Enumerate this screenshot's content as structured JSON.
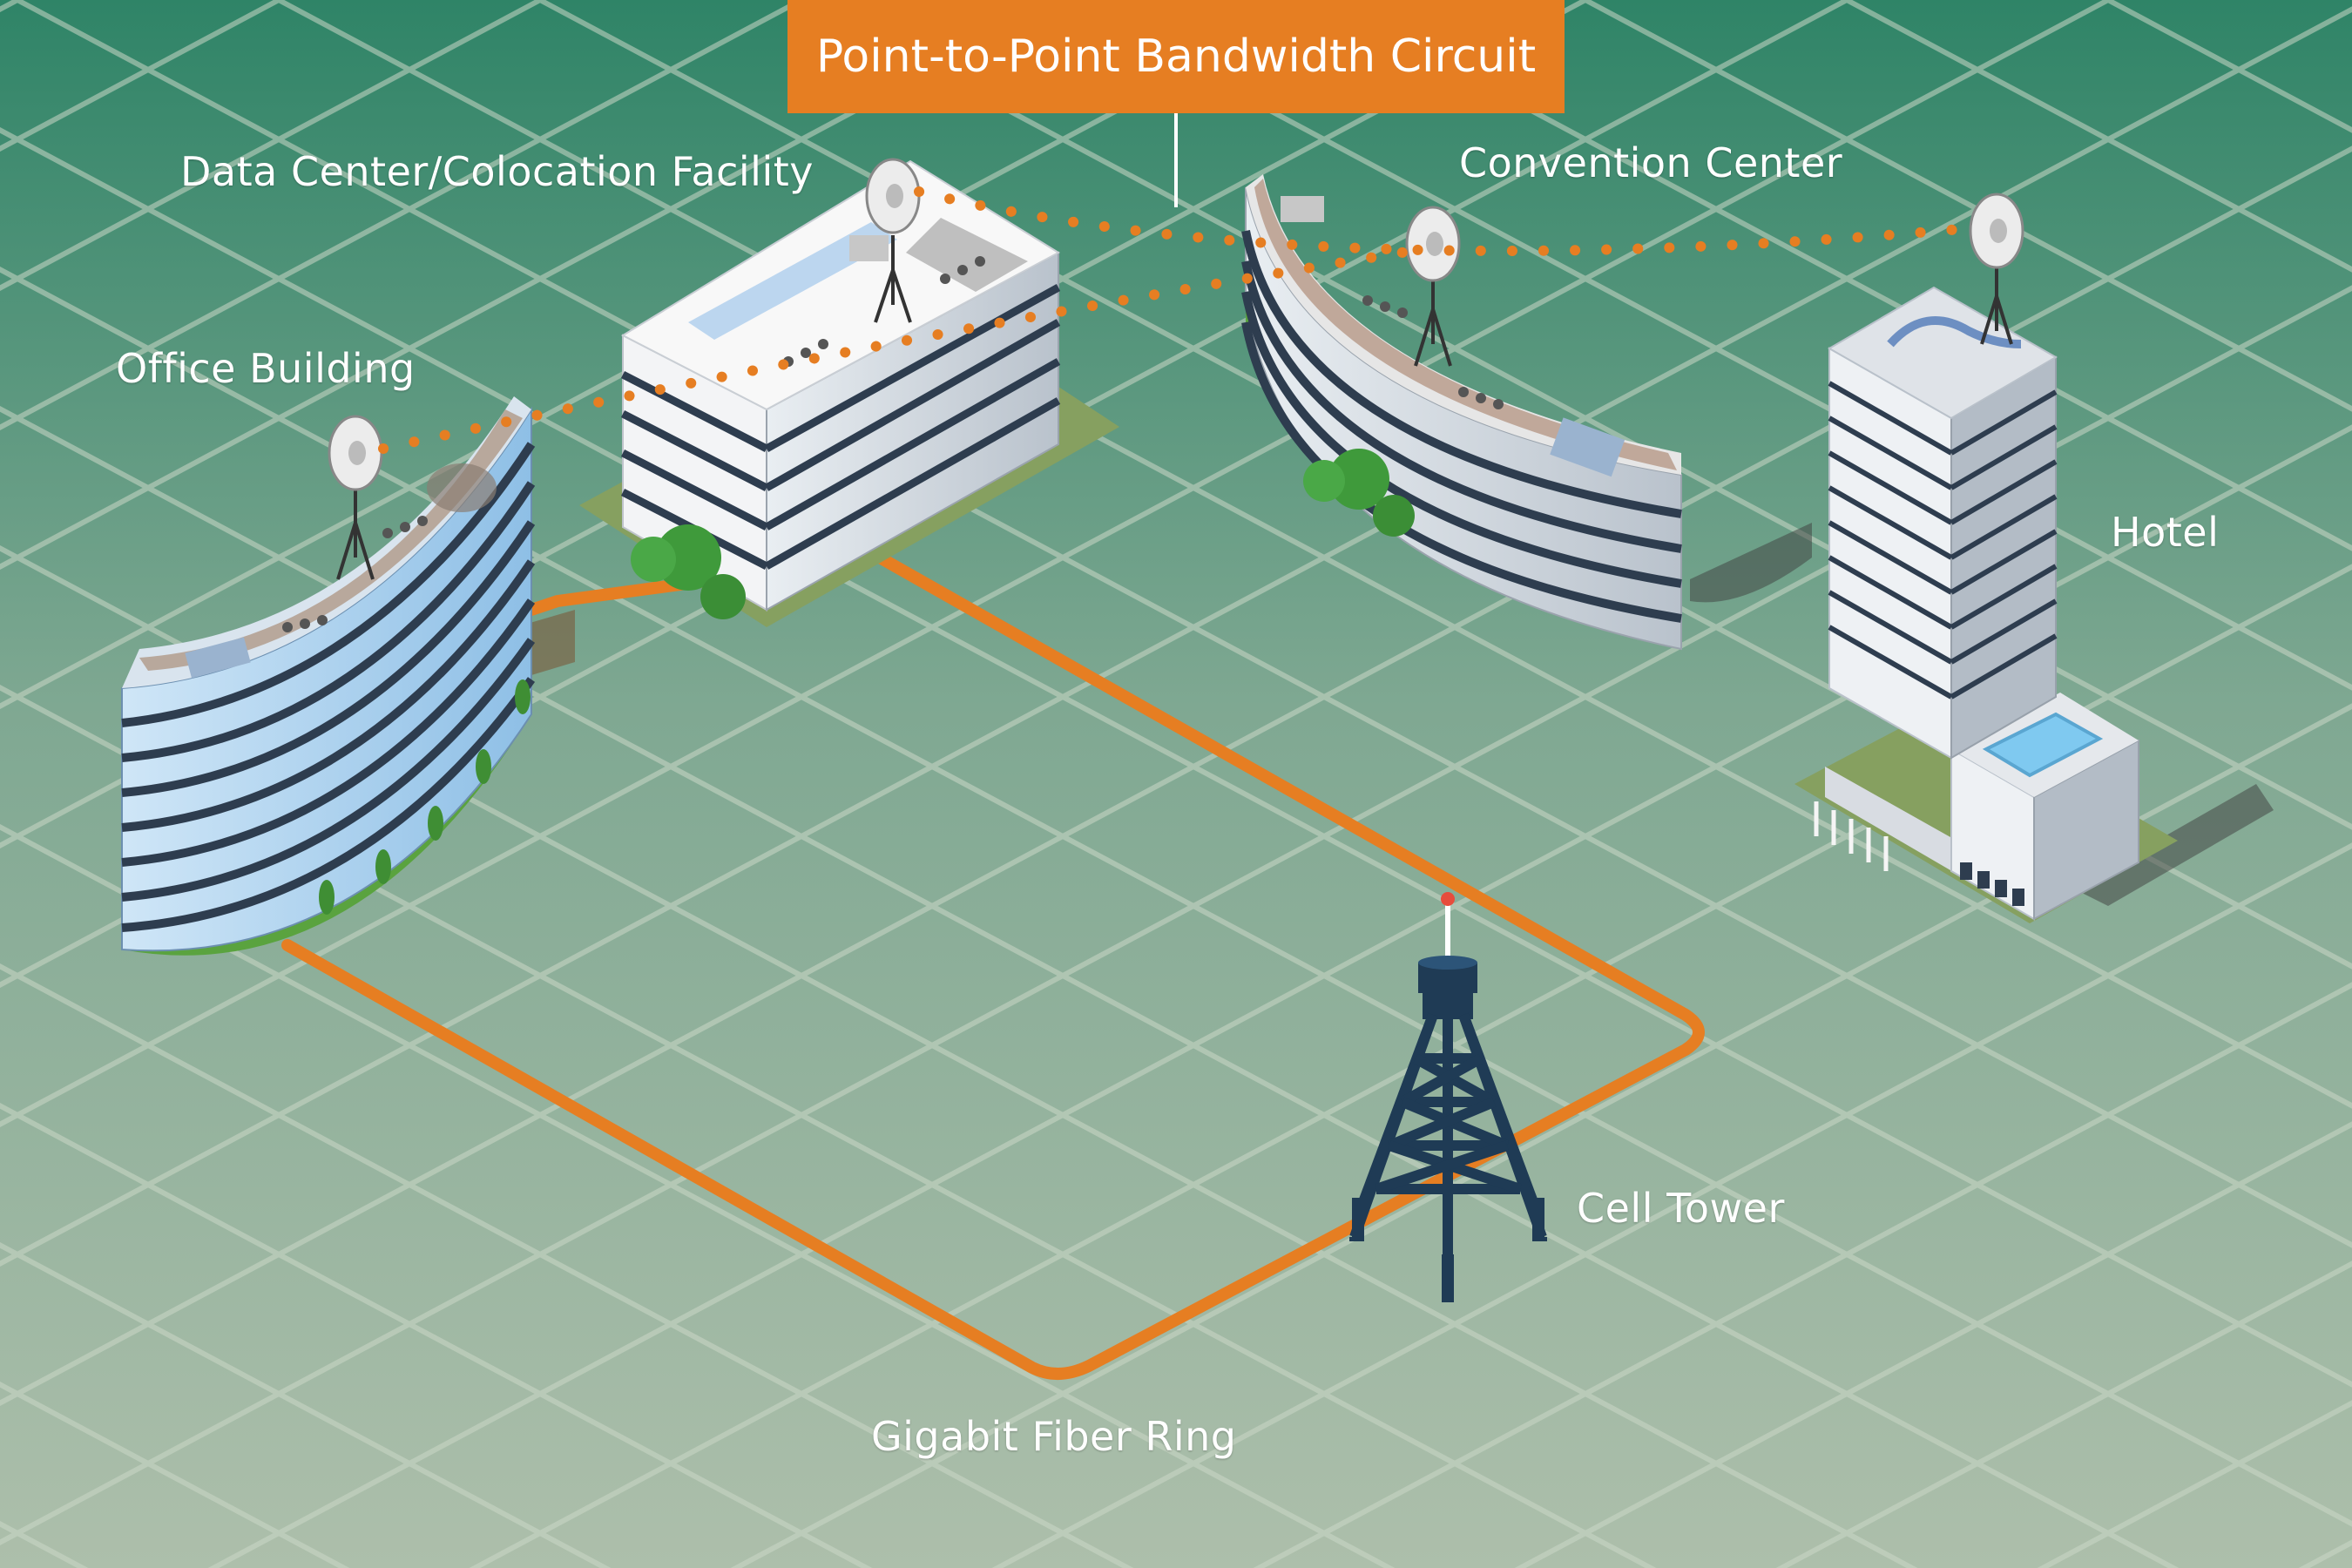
{
  "title": "Point-to-Point Bandwidth Circuit",
  "labels": {
    "data_center": "Data Center/Colocation Facility",
    "convention_center": "Convention Center",
    "office_building": "Office Building",
    "hotel": "Hotel",
    "cell_tower": "Cell Tower",
    "fiber_ring": "Gigabit Fiber Ring"
  },
  "colors": {
    "accent": "#e67e22",
    "background_top": "#2f8467",
    "background_bottom": "#a9bca8",
    "tower": "#1f3b55"
  },
  "icons": [
    "microwave-dish-icon",
    "cell-tower-icon",
    "tree-icon"
  ]
}
